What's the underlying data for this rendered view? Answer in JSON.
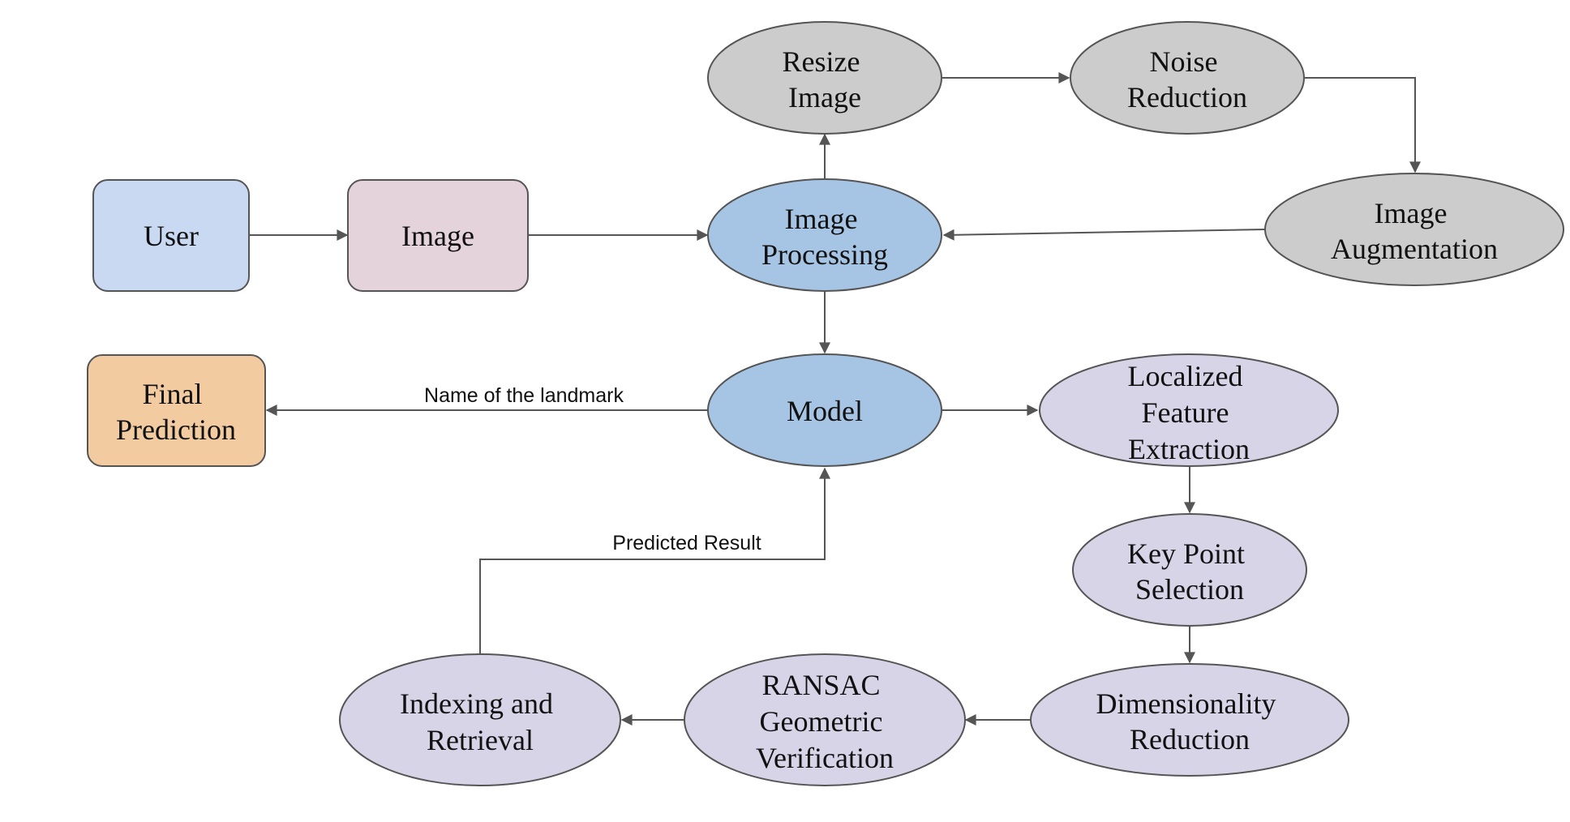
{
  "colors": {
    "user": "#c9d9f2",
    "image": "#e5d3dc",
    "processing": "#a6c4e4",
    "preprocess": "#cccccc",
    "features": "#d8d4e8",
    "prediction": "#f2cba1",
    "stroke": "#555555"
  },
  "nodes": {
    "user": {
      "text": "User"
    },
    "image": {
      "text": "Image"
    },
    "image_processing": {
      "lines": [
        "Image",
        "Processing"
      ]
    },
    "resize_image": {
      "lines": [
        "Resize",
        "Image"
      ]
    },
    "noise_reduction": {
      "lines": [
        "Noise",
        "Reduction"
      ]
    },
    "image_augmentation": {
      "lines": [
        "Image",
        "Augmentation"
      ]
    },
    "model": {
      "text": "Model"
    },
    "final_prediction": {
      "lines": [
        "Final",
        "Prediction"
      ]
    },
    "localized_feature_extraction": {
      "lines": [
        "Localized",
        "Feature",
        "Extraction"
      ]
    },
    "key_point_selection": {
      "lines": [
        "Key Point",
        "Selection"
      ]
    },
    "dimensionality_reduction": {
      "lines": [
        "Dimensionality",
        "Reduction"
      ]
    },
    "ransac_geometric_verification": {
      "lines": [
        "RANSAC",
        "Geometric",
        "Verification"
      ]
    },
    "indexing_and_retrieval": {
      "lines": [
        "Indexing and",
        "Retrieval"
      ]
    }
  },
  "edge_labels": {
    "model_to_final": "Name of the landmark",
    "indexing_to_model": "Predicted Result"
  }
}
